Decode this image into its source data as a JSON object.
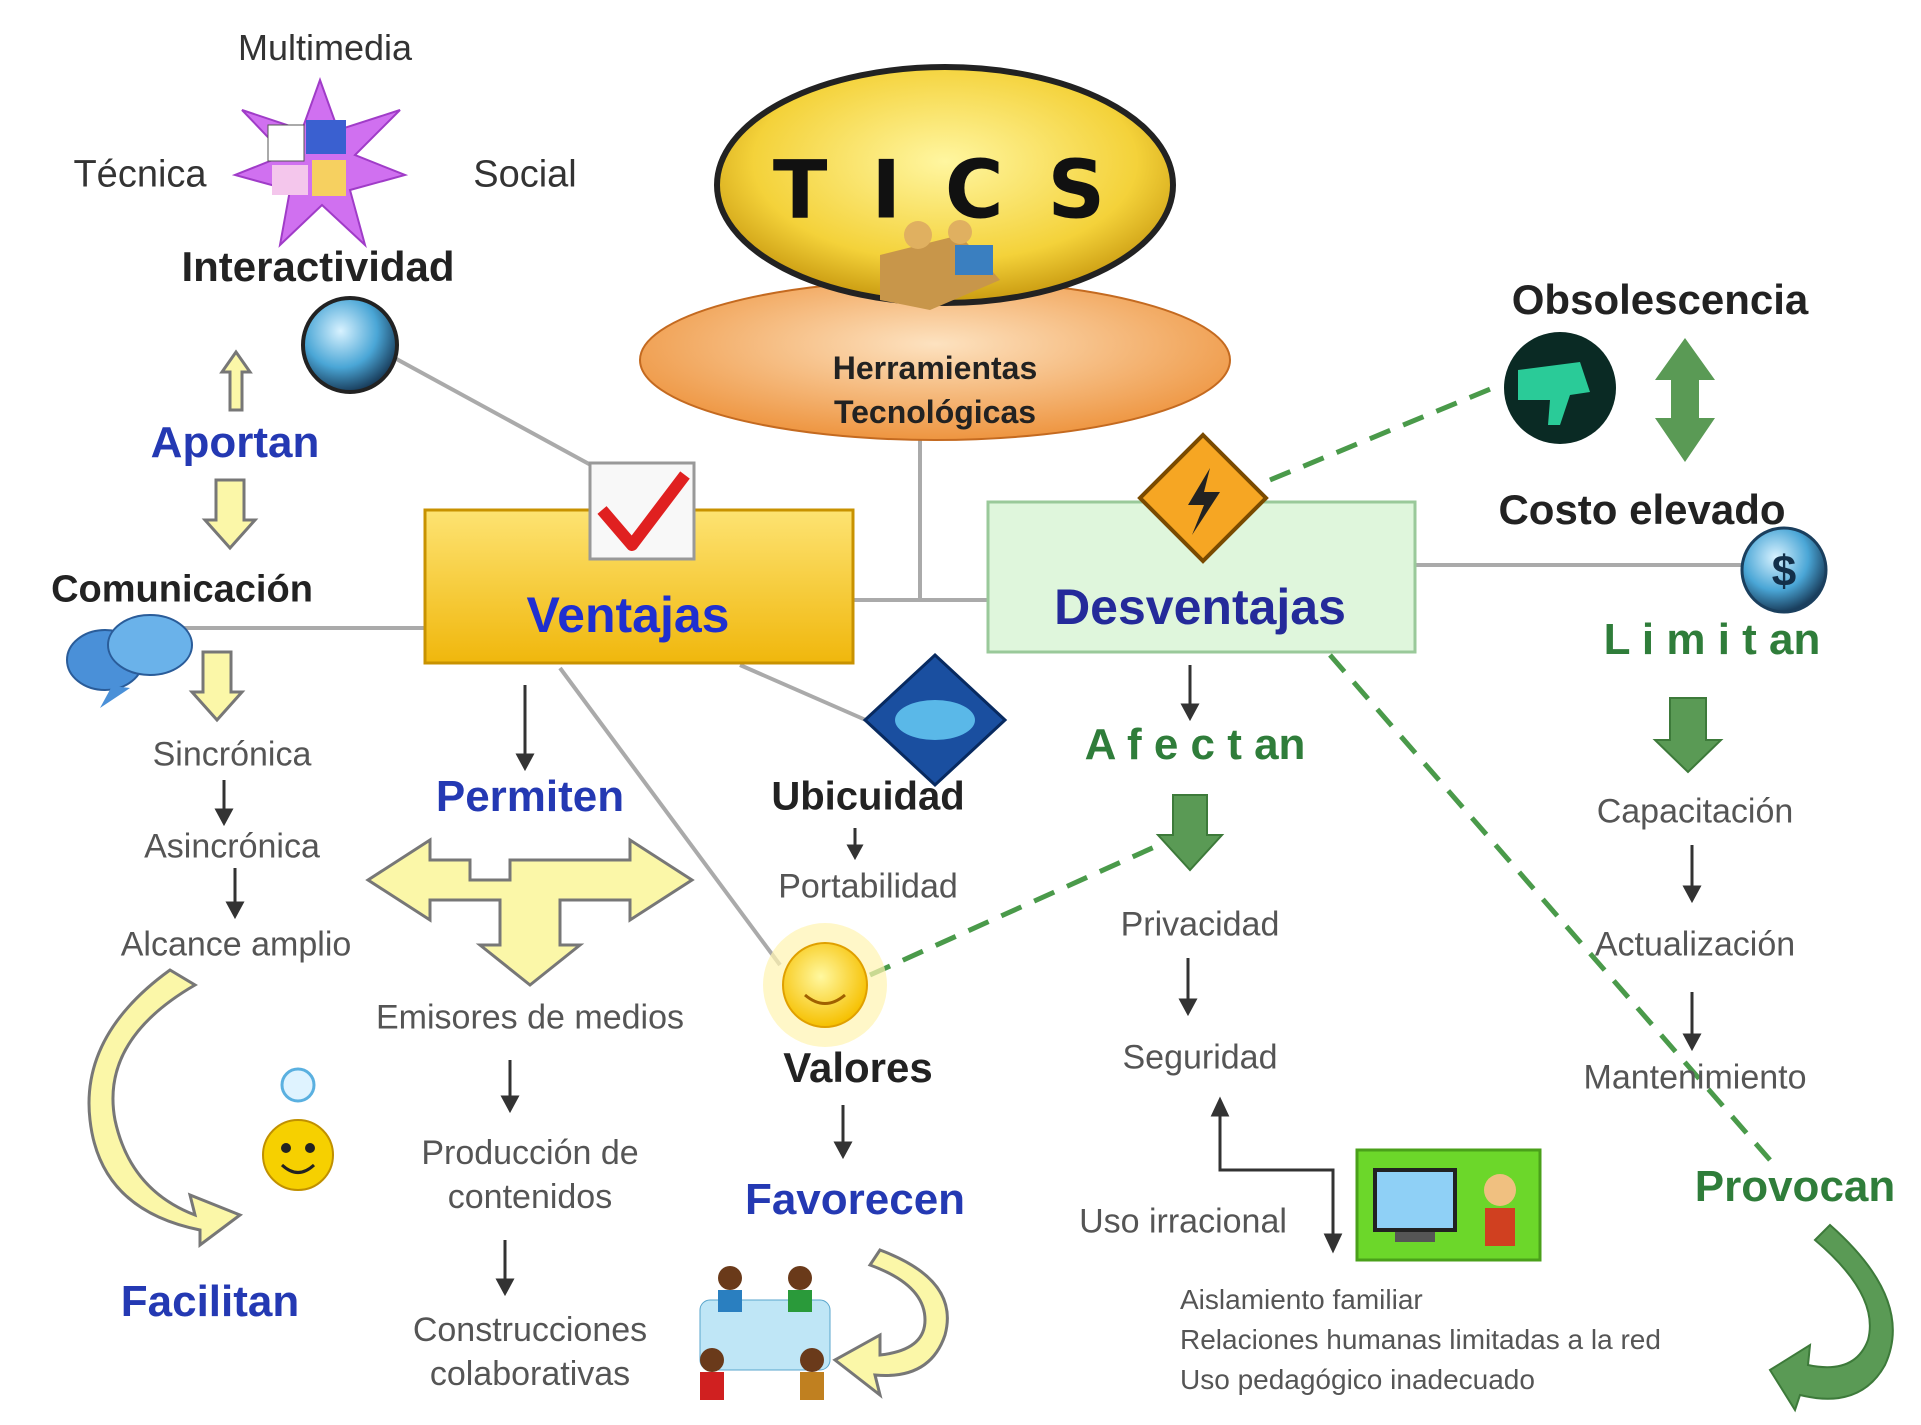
{
  "title": "T I C S",
  "subtitle": "Herramientas Tecnológicas",
  "ventajas": "Ventajas",
  "desventajas": "Desventajas",
  "left": {
    "multimedia": "Multimedia",
    "tecnica": "Técnica",
    "social": "Social",
    "interactividad": "Interactividad",
    "aportan": "Aportan",
    "comunicacion": "Comunicación",
    "sincronica": "Sincrónica",
    "asincronica": "Asincrónica",
    "alcance": "Alcance amplio",
    "facilitan": "Facilitan"
  },
  "center": {
    "permiten": "Permiten",
    "emisores": "Emisores de medios",
    "produccion": "Producción de contenidos",
    "construcciones": "Construcciones colaborativas",
    "ubicuidad": "Ubicuidad",
    "portabilidad": "Portabilidad",
    "valores": "Valores",
    "favorecen": "Favorecen"
  },
  "right": {
    "afectan": "A f e c t an",
    "privacidad": "Privacidad",
    "seguridad": "Seguridad",
    "uso_irracional": "Uso irracional",
    "aislamiento": "Aislamiento familiar",
    "relaciones": "Relaciones humanas limitadas a la red",
    "uso_pedagogico": "Uso pedagógico inadecuado",
    "obsolescencia": "Obsolescencia",
    "costo": "Costo elevado",
    "limitan": "L i m i t an",
    "capacitacion": "Capacitación",
    "actualizacion": "Actualización",
    "mantenimiento": "Mantenimiento",
    "provocan": "Provocan"
  },
  "colors": {
    "tics_fill": "#f4d23a",
    "herramientas_fill": "#f0a050",
    "ventajas_fill": "#f5c718",
    "desventajas_fill": "#d9f5d9",
    "blue_text": "#2439b3",
    "green_text": "#2f7d3a",
    "arrow_yellow": "#fbf7a8",
    "arrow_green": "#5a9a55"
  },
  "icons": [
    "interactivity-star-icon",
    "arrows-globe-icon",
    "checkmark-icon",
    "warning-diamond-icon",
    "dollar-globe-icon",
    "thumbs-down-icon",
    "speech-bubbles-icon",
    "dna-diamond-icon",
    "sun-icon",
    "smiley-idea-icon",
    "people-puzzle-icon",
    "computer-user-icon"
  ]
}
